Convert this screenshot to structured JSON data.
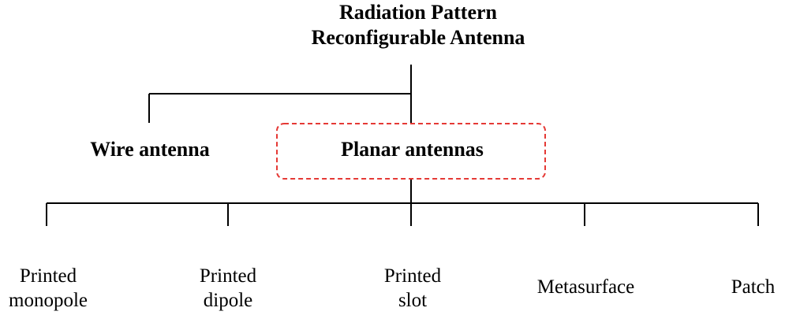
{
  "root": {
    "line1": "Radiation Pattern",
    "line2": "Reconfigurable Antenna"
  },
  "categories": {
    "wire": "Wire antenna",
    "planar": "Planar antennas"
  },
  "highlight_color": "#e53935",
  "planar_types": [
    {
      "line1": "Printed",
      "line2": "monopole"
    },
    {
      "line1": "Printed",
      "line2": "dipole"
    },
    {
      "line1": "Printed",
      "line2": "slot"
    },
    {
      "line1": "Metasurface",
      "line2": ""
    },
    {
      "line1": "Patch",
      "line2": ""
    }
  ]
}
